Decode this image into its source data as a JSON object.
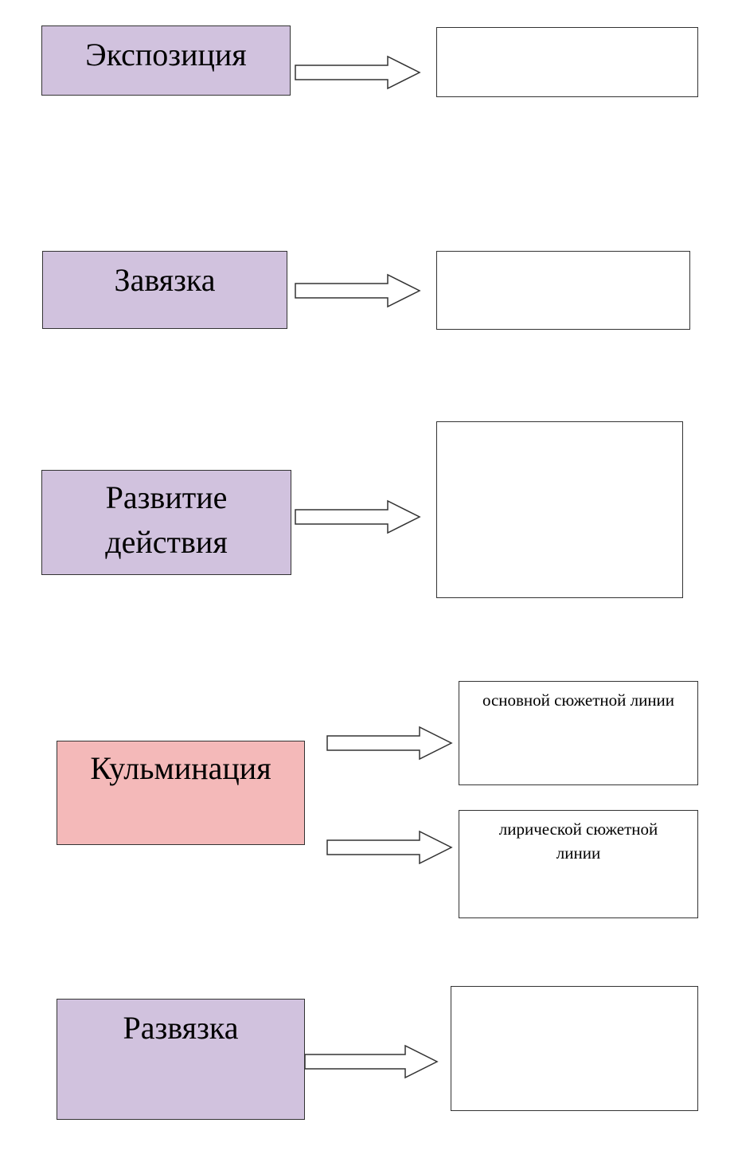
{
  "rows": [
    {
      "label": "Экспозиция",
      "answer": ""
    },
    {
      "label": "Завязка",
      "answer": ""
    },
    {
      "label": "Развитие действия",
      "answer": ""
    },
    {
      "label": "Кульминация",
      "answers": [
        "основной сюжетной линии",
        "лирической сюжетной линии"
      ]
    },
    {
      "label": "Развязка",
      "answer": ""
    }
  ],
  "colors": {
    "label_fill": "#d1c2de",
    "climax_fill": "#f4b9b9",
    "answer_fill": "#ffffff",
    "border": "#333333"
  }
}
